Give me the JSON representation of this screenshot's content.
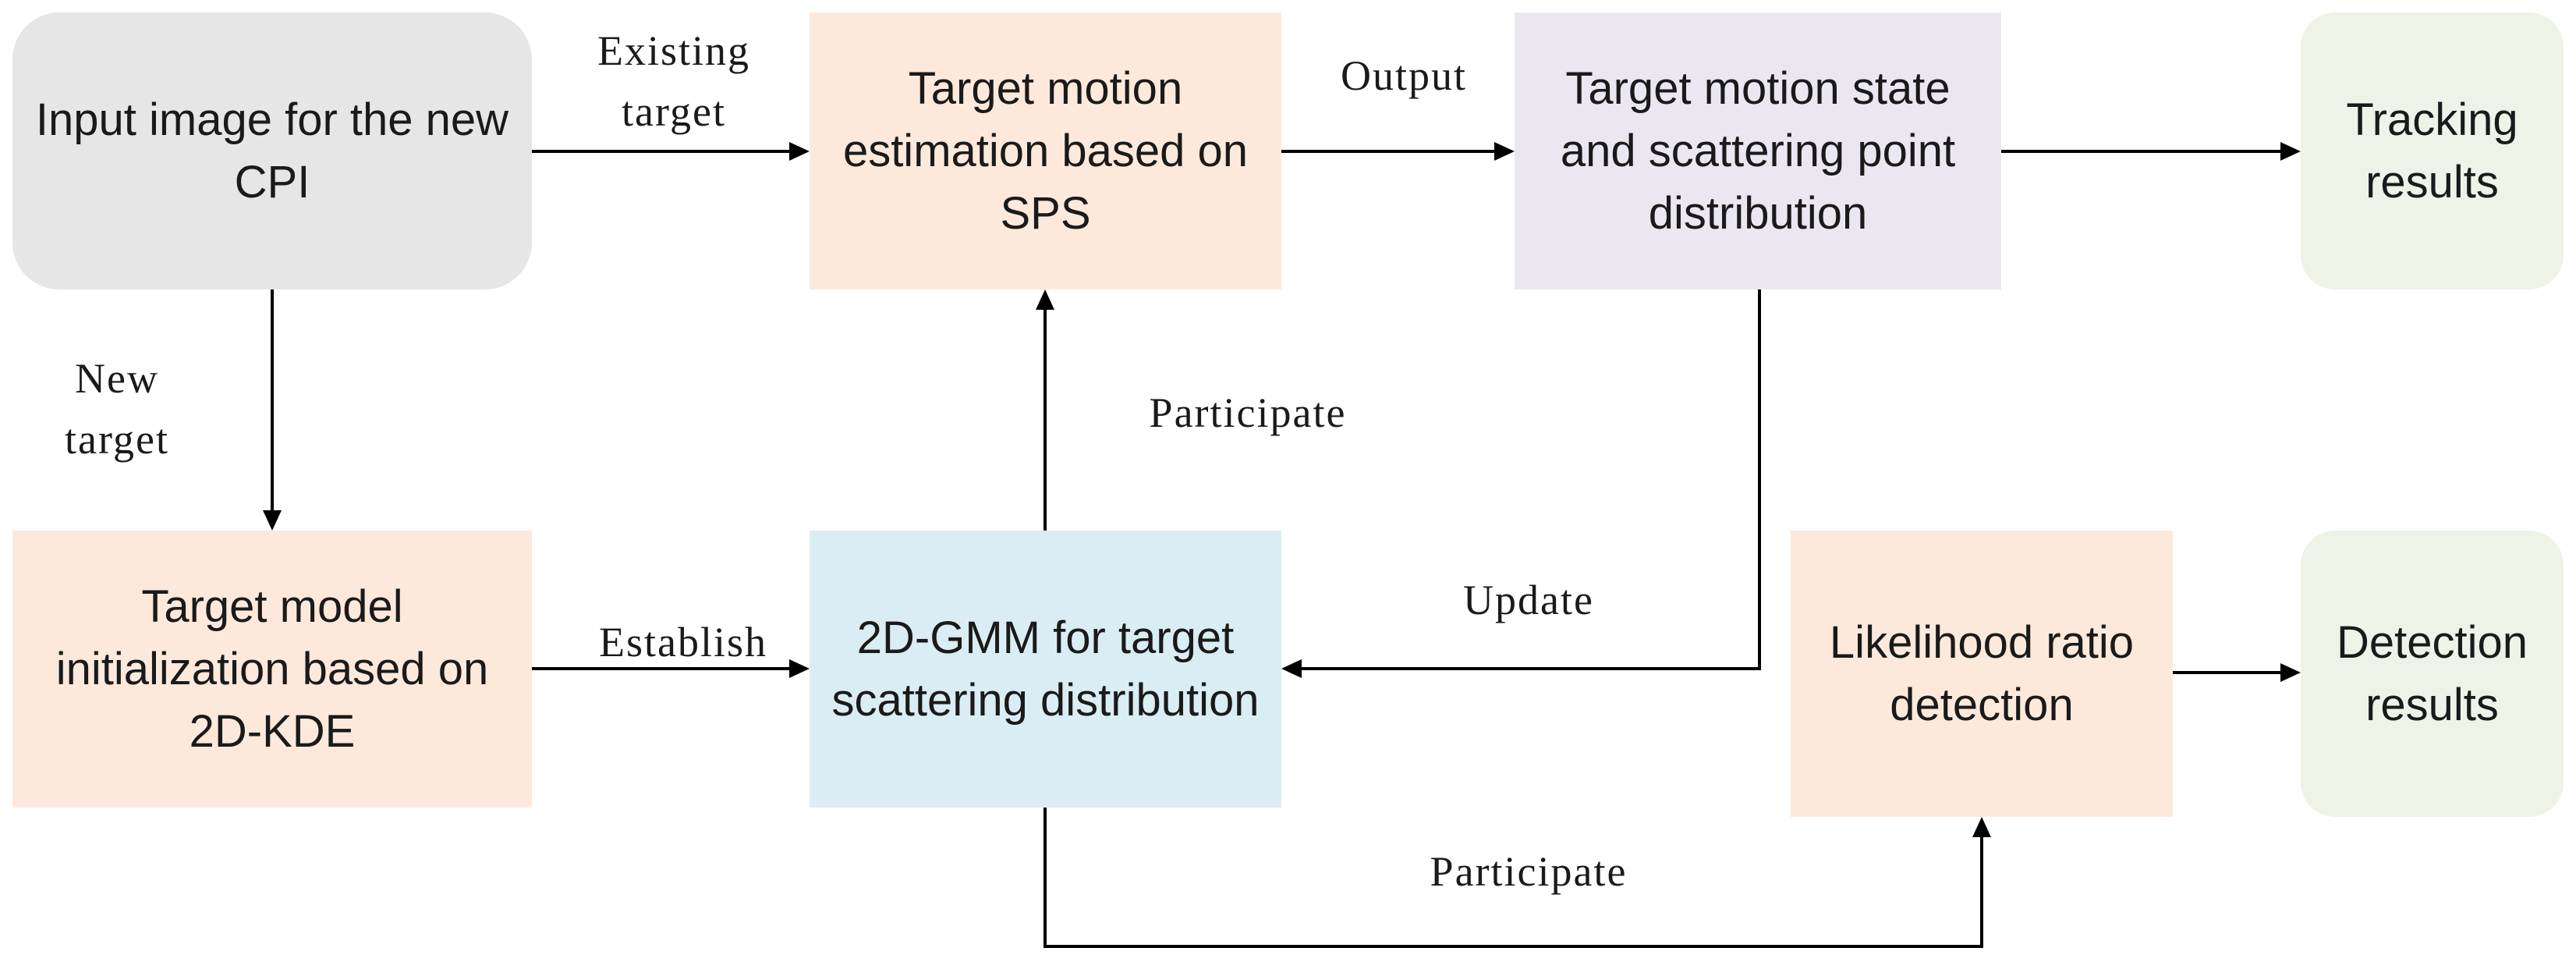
{
  "nodes": {
    "input": {
      "text": "Input image for the new CPI",
      "color": "#e6e6e6"
    },
    "sps": {
      "text": "Target motion estimation based on SPS",
      "color": "#fde9dc"
    },
    "state": {
      "text": "Target motion state and scattering point distribution",
      "color": "#ebe7f0"
    },
    "tracking": {
      "text": "Tracking results",
      "color": "#eef3e8"
    },
    "kde": {
      "text": "Target model initialization based on 2D-KDE",
      "color": "#fde9dc"
    },
    "gmm": {
      "text": "2D-GMM for target scattering distribution",
      "color": "#daedf4"
    },
    "lrd": {
      "text": "Likelihood ratio detection",
      "color": "#fde9dc"
    },
    "detection": {
      "text": "Detection results",
      "color": "#eef3e8"
    }
  },
  "edges": {
    "existing": "Existing\ntarget",
    "output": "Output",
    "participate_up": "Participate",
    "new": "New\ntarget",
    "establish": "Establish",
    "update": "Update",
    "participate_down": "Participate"
  },
  "colors": {
    "line": "#000000"
  }
}
